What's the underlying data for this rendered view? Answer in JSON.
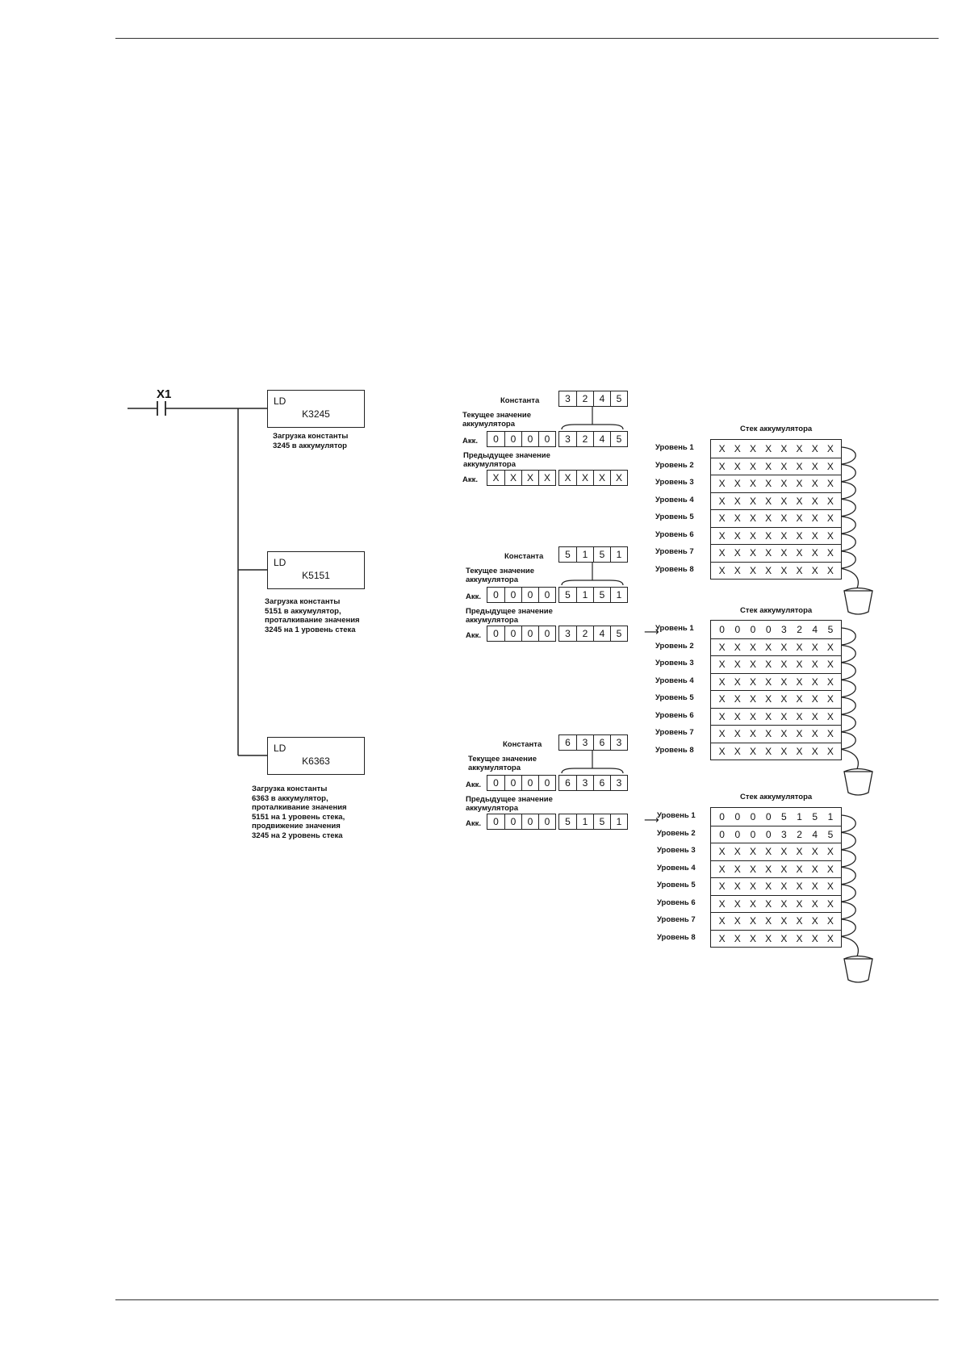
{
  "ladder": {
    "contact_label": "X1",
    "instructions": [
      {
        "op": "LD",
        "constant": "K3245",
        "note": "Загрузка константы\n3245 в аккумулятор"
      },
      {
        "op": "LD",
        "constant": "K5151",
        "note": "Загрузка константы\n5151 в аккумулятор,\nпроталкивание значения\n3245 на 1 уровень стека"
      },
      {
        "op": "LD",
        "constant": "K6363",
        "note": "Загрузка константы\n6363 в аккумулятор,\nпроталкивание значения\n5151 на 1 уровень стека,\nпродвижение значения\n3245 на 2 уровень стека"
      }
    ]
  },
  "labels": {
    "constant": "Константа",
    "current_acc": "Текущее значение\nаккумулятора",
    "previous_acc": "Предыдущее значение\nаккумулятора",
    "acc": "Акк.",
    "stack_title": "Стек аккумулятора",
    "levels": [
      "Уровень 1",
      "Уровень 2",
      "Уровень 3",
      "Уровень 4",
      "Уровень 5",
      "Уровень 6",
      "Уровень 7",
      "Уровень 8"
    ],
    "arrow": "⟶"
  },
  "steps": [
    {
      "constant": [
        "3",
        "2",
        "4",
        "5"
      ],
      "current_acc": [
        "0",
        "0",
        "0",
        "0",
        "3",
        "2",
        "4",
        "5"
      ],
      "previous_acc": [
        "X",
        "X",
        "X",
        "X",
        "X",
        "X",
        "X",
        "X"
      ],
      "stack": [
        [
          "X",
          "X",
          "X",
          "X",
          "X",
          "X",
          "X",
          "X"
        ],
        [
          "X",
          "X",
          "X",
          "X",
          "X",
          "X",
          "X",
          "X"
        ],
        [
          "X",
          "X",
          "X",
          "X",
          "X",
          "X",
          "X",
          "X"
        ],
        [
          "X",
          "X",
          "X",
          "X",
          "X",
          "X",
          "X",
          "X"
        ],
        [
          "X",
          "X",
          "X",
          "X",
          "X",
          "X",
          "X",
          "X"
        ],
        [
          "X",
          "X",
          "X",
          "X",
          "X",
          "X",
          "X",
          "X"
        ],
        [
          "X",
          "X",
          "X",
          "X",
          "X",
          "X",
          "X",
          "X"
        ],
        [
          "X",
          "X",
          "X",
          "X",
          "X",
          "X",
          "X",
          "X"
        ]
      ]
    },
    {
      "constant": [
        "5",
        "1",
        "5",
        "1"
      ],
      "current_acc": [
        "0",
        "0",
        "0",
        "0",
        "5",
        "1",
        "5",
        "1"
      ],
      "previous_acc": [
        "0",
        "0",
        "0",
        "0",
        "3",
        "2",
        "4",
        "5"
      ],
      "stack": [
        [
          "0",
          "0",
          "0",
          "0",
          "3",
          "2",
          "4",
          "5"
        ],
        [
          "X",
          "X",
          "X",
          "X",
          "X",
          "X",
          "X",
          "X"
        ],
        [
          "X",
          "X",
          "X",
          "X",
          "X",
          "X",
          "X",
          "X"
        ],
        [
          "X",
          "X",
          "X",
          "X",
          "X",
          "X",
          "X",
          "X"
        ],
        [
          "X",
          "X",
          "X",
          "X",
          "X",
          "X",
          "X",
          "X"
        ],
        [
          "X",
          "X",
          "X",
          "X",
          "X",
          "X",
          "X",
          "X"
        ],
        [
          "X",
          "X",
          "X",
          "X",
          "X",
          "X",
          "X",
          "X"
        ],
        [
          "X",
          "X",
          "X",
          "X",
          "X",
          "X",
          "X",
          "X"
        ]
      ]
    },
    {
      "constant": [
        "6",
        "3",
        "6",
        "3"
      ],
      "current_acc": [
        "0",
        "0",
        "0",
        "0",
        "6",
        "3",
        "6",
        "3"
      ],
      "previous_acc": [
        "0",
        "0",
        "0",
        "0",
        "5",
        "1",
        "5",
        "1"
      ],
      "stack": [
        [
          "0",
          "0",
          "0",
          "0",
          "5",
          "1",
          "5",
          "1"
        ],
        [
          "0",
          "0",
          "0",
          "0",
          "3",
          "2",
          "4",
          "5"
        ],
        [
          "X",
          "X",
          "X",
          "X",
          "X",
          "X",
          "X",
          "X"
        ],
        [
          "X",
          "X",
          "X",
          "X",
          "X",
          "X",
          "X",
          "X"
        ],
        [
          "X",
          "X",
          "X",
          "X",
          "X",
          "X",
          "X",
          "X"
        ],
        [
          "X",
          "X",
          "X",
          "X",
          "X",
          "X",
          "X",
          "X"
        ],
        [
          "X",
          "X",
          "X",
          "X",
          "X",
          "X",
          "X",
          "X"
        ],
        [
          "X",
          "X",
          "X",
          "X",
          "X",
          "X",
          "X",
          "X"
        ]
      ]
    }
  ]
}
